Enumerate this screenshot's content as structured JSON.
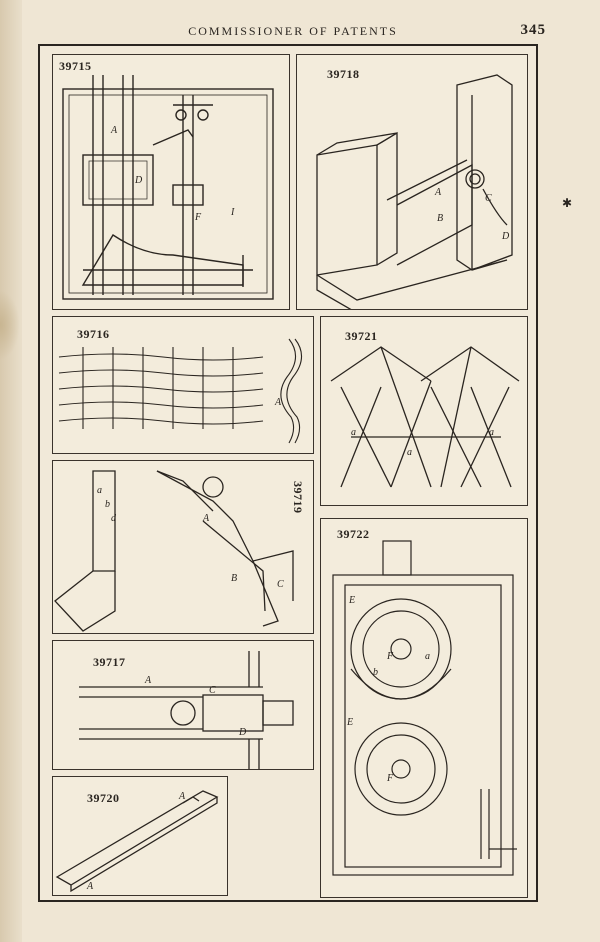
{
  "header": {
    "running_head": "COMMISSIONER OF PATENTS",
    "page_number": "345"
  },
  "figures": [
    {
      "id": "fig-39715",
      "number": "39715",
      "labels": [
        "A",
        "D",
        "F",
        "I"
      ]
    },
    {
      "id": "fig-39718",
      "number": "39718",
      "labels": [
        "A",
        "B",
        "C",
        "D"
      ]
    },
    {
      "id": "fig-39716",
      "number": "39716",
      "labels": [
        "A"
      ]
    },
    {
      "id": "fig-39721",
      "number": "39721",
      "labels": [
        "a",
        "a",
        "a"
      ]
    },
    {
      "id": "fig-39719",
      "number": "39719",
      "labels": [
        "A",
        "B",
        "C",
        "a",
        "b",
        "d"
      ]
    },
    {
      "id": "fig-39722",
      "number": "39722",
      "labels": [
        "E",
        "F",
        "E",
        "F",
        "a",
        "b"
      ]
    },
    {
      "id": "fig-39717",
      "number": "39717",
      "labels": [
        "A",
        "C",
        "D"
      ]
    },
    {
      "id": "fig-39720",
      "number": "39720",
      "labels": [
        "A",
        "A"
      ]
    }
  ],
  "colors": {
    "paper": "#efe6d4",
    "ink": "#2a2520"
  }
}
